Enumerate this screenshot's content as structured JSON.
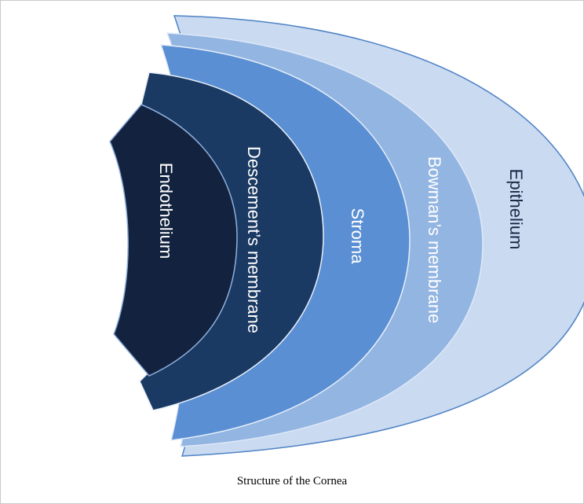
{
  "diagram": {
    "layers": [
      {
        "id": "epithelium",
        "label": "Epithelium",
        "fill": "#c9daf1",
        "stroke": "#4f82c4"
      },
      {
        "id": "bowman",
        "label": "Bowman’s membrane",
        "fill": "#93b5e2",
        "stroke": "#dfe9f7"
      },
      {
        "id": "stroma",
        "label": "Stroma",
        "fill": "#5a8fd4",
        "stroke": "#e6eef9"
      },
      {
        "id": "descemet",
        "label": "Descement’s membrane",
        "fill": "#1b3a63",
        "stroke": "#e6eef9"
      },
      {
        "id": "endothelium",
        "label": "Endothelium",
        "fill": "#13233f",
        "stroke": "#8fb0dd"
      }
    ],
    "caption": "Structure of the Cornea"
  }
}
